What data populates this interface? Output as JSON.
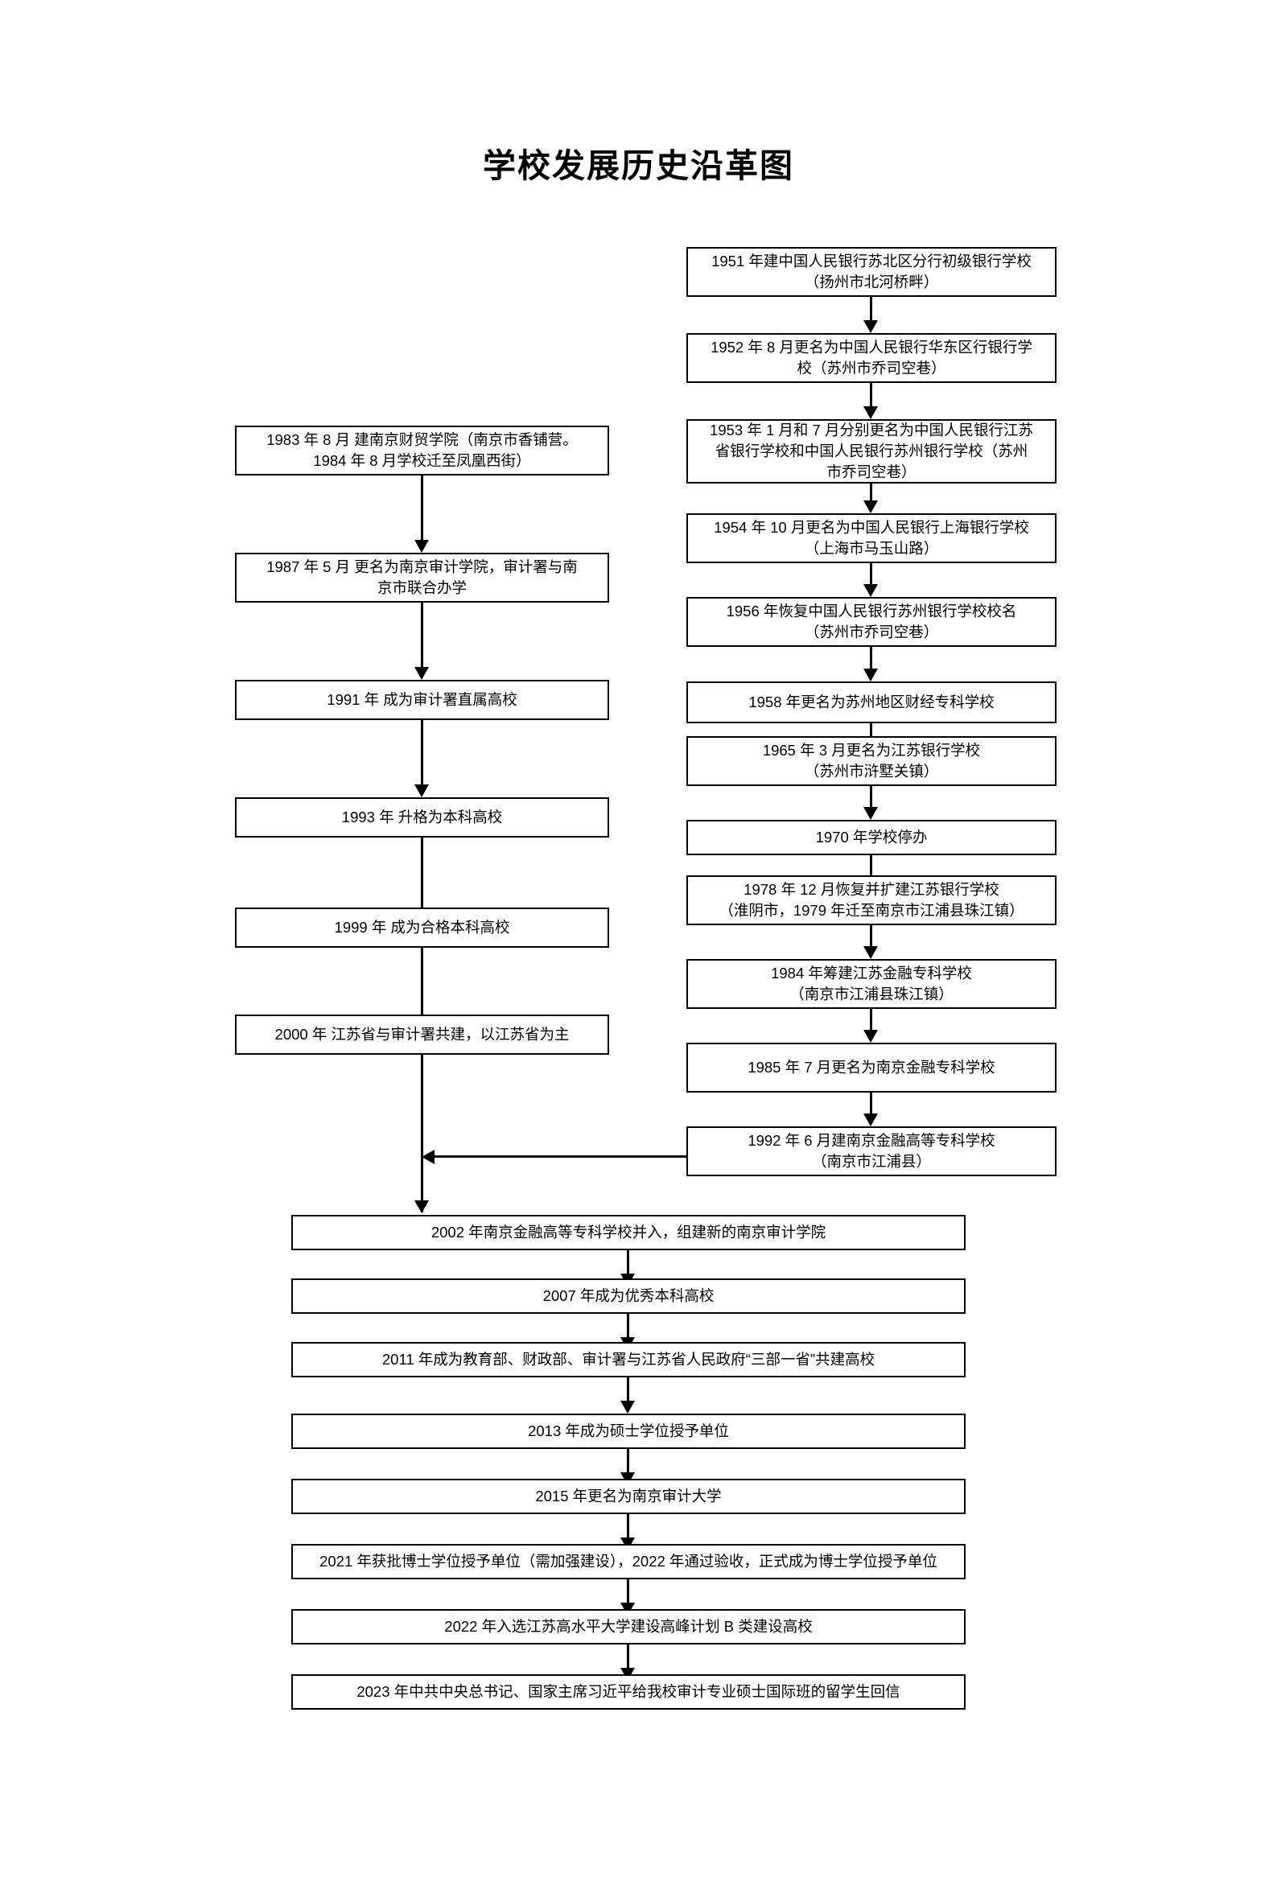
{
  "title": "学校发展历史沿革图",
  "colors": {
    "box_border": "#000000",
    "connector": "#000000",
    "background": "#ffffff",
    "text": "#000000"
  },
  "right_branch": {
    "name": "银行学校支线",
    "nodes": [
      {
        "id": "r1951",
        "line1": "1951 年建中国人民银行苏北区分行初级银行学校",
        "line2": "（扬州市北河桥畔）"
      },
      {
        "id": "r1952",
        "line1": "1952 年 8 月更名为中国人民银行华东区行银行学",
        "line2": "校（苏州市乔司空巷）"
      },
      {
        "id": "r1953",
        "line1": "1953 年 1 月和 7 月分别更名为中国人民银行江苏",
        "line2": "省银行学校和中国人民银行苏州银行学校（苏州",
        "line3": "市乔司空巷）"
      },
      {
        "id": "r1954",
        "line1": "1954 年 10 月更名为中国人民银行上海银行学校",
        "line2": "（上海市马玉山路）"
      },
      {
        "id": "r1956",
        "line1": "1956 年恢复中国人民银行苏州银行学校校名",
        "line2": "（苏州市乔司空巷）"
      },
      {
        "id": "r1958",
        "line1": "1958 年更名为苏州地区财经专科学校",
        "line2": ""
      },
      {
        "id": "r1965",
        "line1": "1965 年 3 月更名为江苏银行学校",
        "line2": "（苏州市浒墅关镇）"
      },
      {
        "id": "r1970",
        "line1": "1970 年学校停办",
        "line2": ""
      },
      {
        "id": "r1978",
        "line1": "1978 年 12 月恢复并扩建江苏银行学校",
        "line2": "（淮阴市，1979 年迁至南京市江浦县珠江镇）"
      },
      {
        "id": "r1984",
        "line1": "1984 年筹建江苏金融专科学校",
        "line2": "（南京市江浦县珠江镇）"
      },
      {
        "id": "r1985",
        "line1": "1985 年 7 月更名为南京金融专科学校",
        "line2": ""
      },
      {
        "id": "r1992",
        "line1": "1992 年 6 月建南京金融高等专科学校",
        "line2": "（南京市江浦县）"
      }
    ]
  },
  "left_branch": {
    "name": "审计学院支线",
    "nodes": [
      {
        "id": "l1983",
        "line1": "1983 年 8 月  建南京财贸学院（南京市香铺营。",
        "line2": "1984 年 8 月学校迁至凤凰西街）"
      },
      {
        "id": "l1987",
        "line1": "1987 年 5 月  更名为南京审计学院，审计署与南",
        "line2": "京市联合办学"
      },
      {
        "id": "l1991",
        "line1": "1991 年  成为审计署直属高校",
        "line2": ""
      },
      {
        "id": "l1993",
        "line1": "1993 年  升格为本科高校",
        "line2": ""
      },
      {
        "id": "l1999",
        "line1": "1999 年  成为合格本科高校",
        "line2": ""
      },
      {
        "id": "l2000",
        "line1": "2000 年  江苏省与审计署共建，以江苏省为主",
        "line2": ""
      }
    ]
  },
  "merged_trunk": {
    "name": "合并后主线",
    "nodes": [
      {
        "id": "m2002",
        "text": "2002 年南京金融高等专科学校并入，组建新的南京审计学院"
      },
      {
        "id": "m2007",
        "text": "2007 年成为优秀本科高校"
      },
      {
        "id": "m2011",
        "text": "2011 年成为教育部、财政部、审计署与江苏省人民政府“三部一省”共建高校"
      },
      {
        "id": "m2013",
        "text": "2013 年成为硕士学位授予单位"
      },
      {
        "id": "m2015",
        "text": "2015 年更名为南京审计大学"
      },
      {
        "id": "m2021",
        "text": "2021 年获批博士学位授予单位（需加强建设），2022 年通过验收，正式成为博士学位授予单位"
      },
      {
        "id": "m2022",
        "text": "2022 年入选江苏高水平大学建设高峰计划 B 类建设高校"
      },
      {
        "id": "m2023",
        "text": "2023 年中共中央总书记、国家主席习近平给我校审计专业硕士国际班的留学生回信"
      }
    ]
  }
}
